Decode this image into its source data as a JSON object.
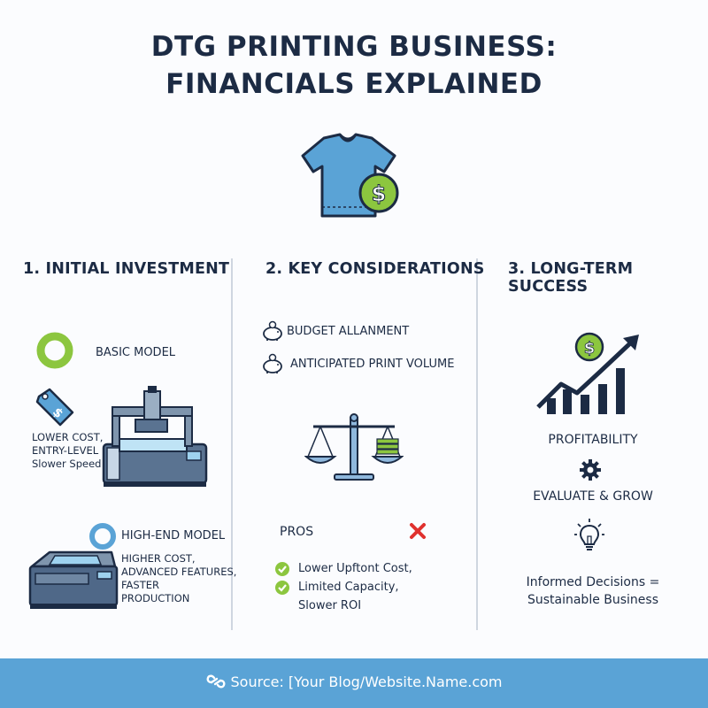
{
  "title": {
    "line1": "DTG PRINTING BUSINESS:",
    "line2": "FINANCIALS EXPLAINED"
  },
  "colors": {
    "navy": "#1c2b44",
    "green": "#8cc63f",
    "blue": "#5aa3d6",
    "red": "#e0312e",
    "bg": "#fbfcfe"
  },
  "column1": {
    "heading": "1. INITIAL INVESTMENT",
    "basic": {
      "label": "BASIC MODEL",
      "desc": [
        "LOWER COST,",
        "ENTRY-LEVEL",
        "Slower Speed"
      ]
    },
    "highend": {
      "label": "HIGH-END MODEL",
      "desc": [
        "HIGHER COST,",
        "ADVANCED FEATURES,",
        "FASTER",
        "PRODUCTION"
      ]
    }
  },
  "column2": {
    "heading": "2. KEY CONSIDERATIONS",
    "items": [
      "BUDGET ALLANMENT",
      "ANTICIPATED PRINT VOLUME"
    ],
    "pros_label": "PROS",
    "pros": [
      "Lower Upftont Cost,",
      "Limited Capacity,",
      "Slower ROI"
    ]
  },
  "column3": {
    "heading": "3. LONG-TERM SUCCESS",
    "profitability": "PROFITABILITY",
    "evaluate": "EVALUATE & GROW",
    "informed": [
      "Informed Decisions =",
      "Sustainable Business"
    ]
  },
  "footer": {
    "source": "Source: [Your Blog/Website.Name.com"
  },
  "icons": [
    "tshirt-dollar-icon",
    "basic-ring-icon",
    "price-tag-icon",
    "dtg-printer-icon",
    "highend-ring-icon",
    "highend-printer-icon",
    "piggy-bank-icon",
    "balance-scale-icon",
    "close-icon",
    "check-icon",
    "growth-chart-icon",
    "gear-icon",
    "lightbulb-icon",
    "link-icon"
  ]
}
